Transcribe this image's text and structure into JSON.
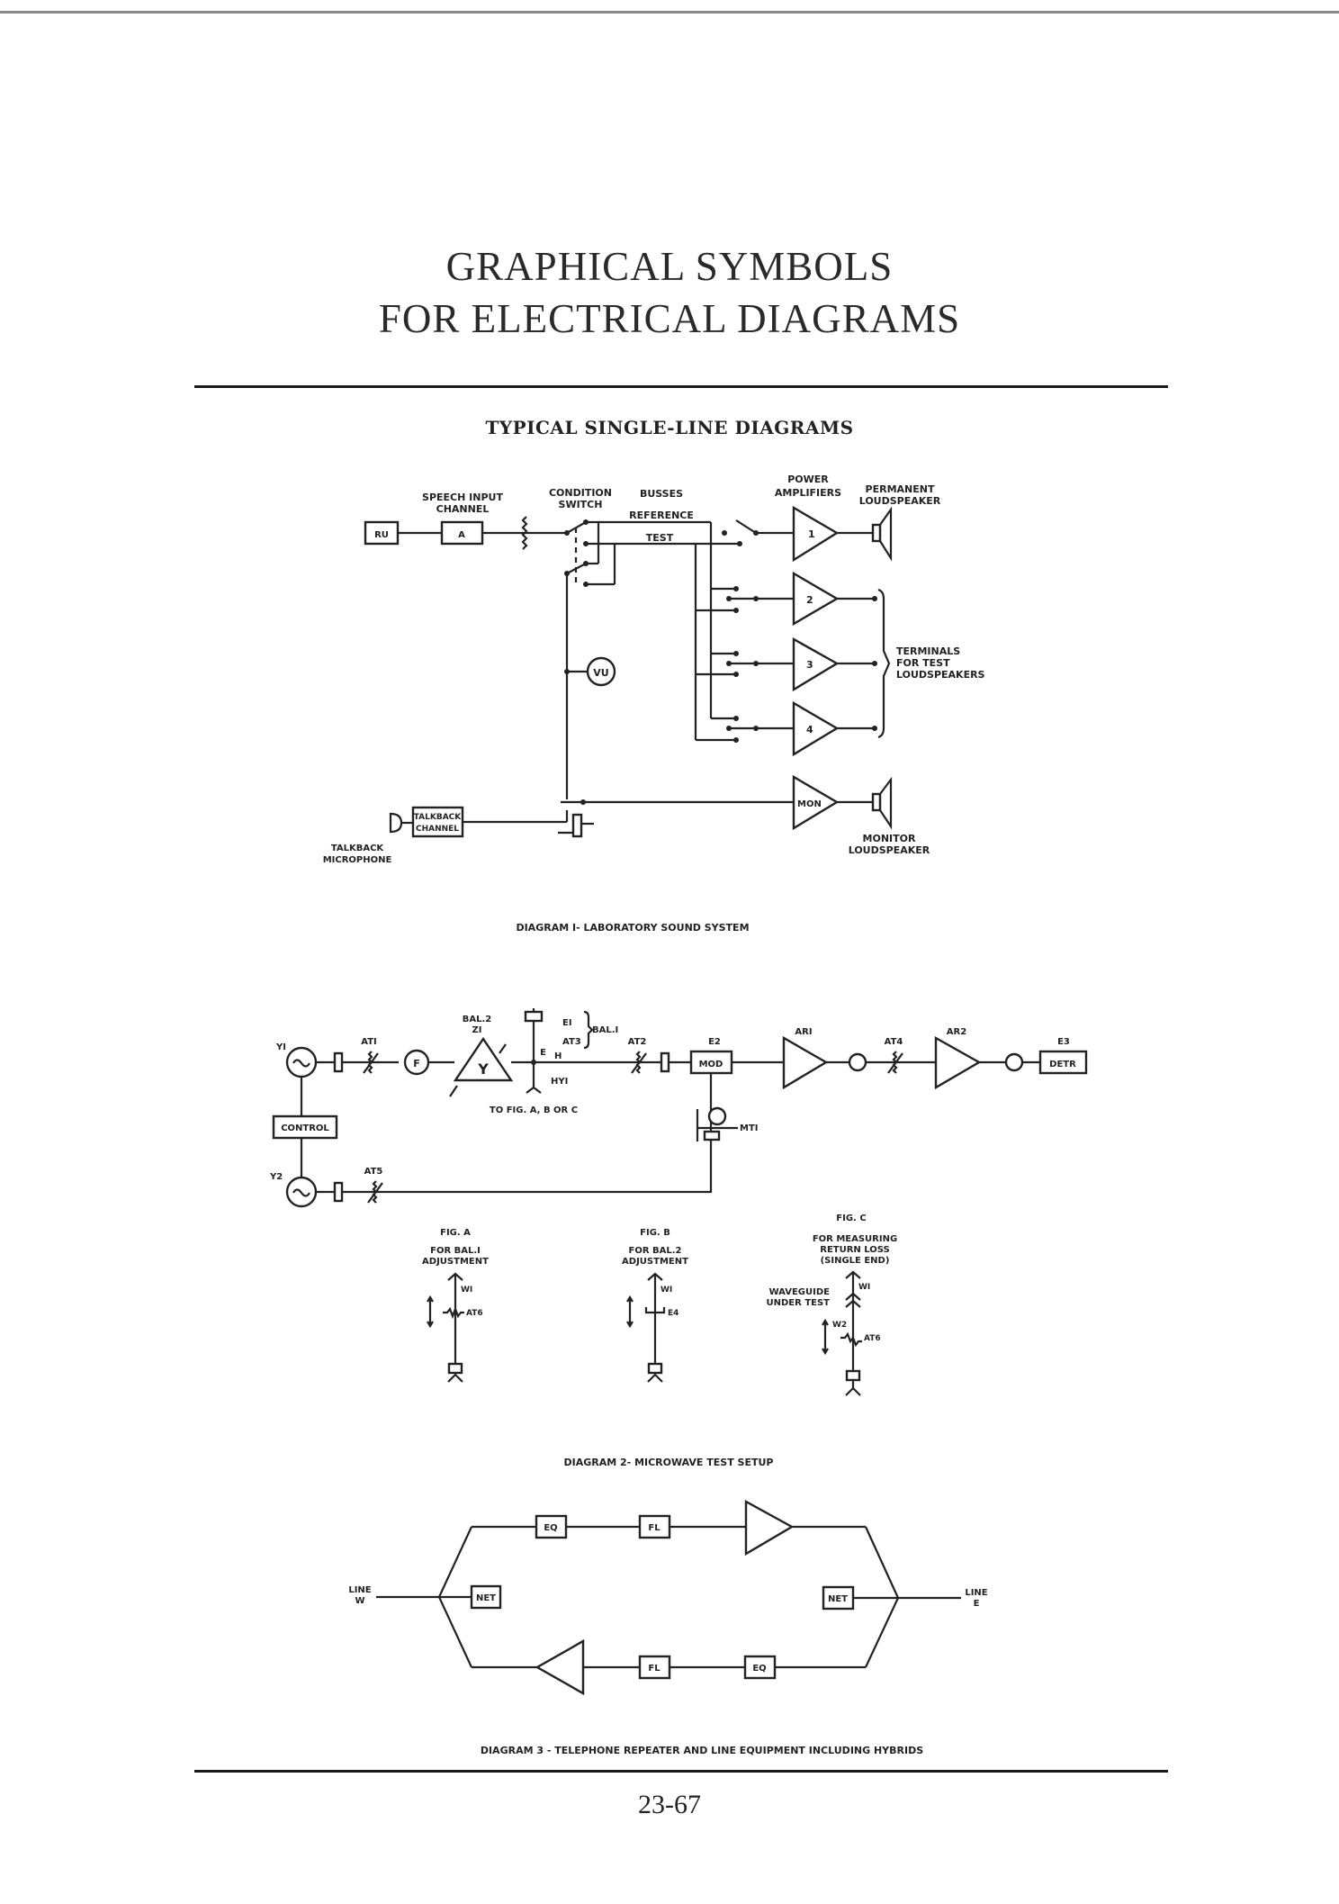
{
  "page": {
    "title_line1": "GRAPHICAL SYMBOLS",
    "title_line2": "FOR ELECTRICAL DIAGRAMS",
    "subtitle": "TYPICAL SINGLE-LINE DIAGRAMS",
    "page_number": "23-67"
  },
  "diagram1": {
    "caption": "DIAGRAM I- LABORATORY SOUND SYSTEM",
    "labels": {
      "speech_input_1": "SPEECH INPUT",
      "speech_input_2": "CHANNEL",
      "condition_1": "CONDITION",
      "condition_2": "SWITCH",
      "busses": "BUSSES",
      "reference": "REFERENCE",
      "test": "TEST",
      "power_1": "POWER",
      "power_2": "AMPLIFIERS",
      "perm_1": "PERMANENT",
      "perm_2": "LOUDSPEAKER",
      "terminals_1": "TERMINALS",
      "terminals_2": "FOR TEST",
      "terminals_3": "LOUDSPEAKERS",
      "talkback_mic_1": "TALKBACK",
      "talkback_mic_2": "MICROPHONE",
      "monitor_1": "MONITOR",
      "monitor_2": "LOUDSPEAKER"
    },
    "boxes": {
      "ru": "RU",
      "a": "A",
      "talkback_1": "TALKBACK",
      "talkback_2": "CHANNEL",
      "vu": "VU"
    },
    "amplifiers": [
      "1",
      "2",
      "3",
      "4",
      "MON"
    ]
  },
  "diagram2": {
    "caption": "DIAGRAM 2- MICROWAVE TEST SETUP",
    "labels": {
      "y1": "YI",
      "y2": "Y2",
      "at1": "ATI",
      "at2": "AT2",
      "at3": "AT3",
      "at4": "AT4",
      "at5": "AT5",
      "bal2_1": "BAL.2",
      "bal2_2": "ZI",
      "e1": "EI",
      "bal1": "BAL.I",
      "e": "E",
      "h": "H",
      "hy1": "HYI",
      "to_fig": "TO FIG. A, B OR C",
      "e2": "E2",
      "ar1": "ARI",
      "ar2": "AR2",
      "e3": "E3",
      "mt1": "MTI"
    },
    "boxes": {
      "control": "CONTROL",
      "mod": "MOD",
      "detr": "DETR",
      "f": "F",
      "y": "Y"
    },
    "figures": [
      {
        "title": "FIG. A",
        "desc_1": "FOR BAL.I",
        "desc_2": "ADJUSTMENT",
        "w1": "WI",
        "element": "AT6"
      },
      {
        "title": "FIG. B",
        "desc_1": "FOR BAL.2",
        "desc_2": "ADJUSTMENT",
        "w1": "WI",
        "element": "E4"
      },
      {
        "title": "FIG. C",
        "desc_1": "FOR MEASURING",
        "desc_2": "RETURN LOSS",
        "desc_3": "(SINGLE END)",
        "w1": "WI",
        "w2": "W2",
        "element": "AT6",
        "side_1": "WAVEGUIDE",
        "side_2": "UNDER TEST"
      }
    ]
  },
  "diagram3": {
    "caption": "DIAGRAM 3 - TELEPHONE REPEATER AND LINE EQUIPMENT INCLUDING HYBRIDS",
    "labels": {
      "line_w_1": "LINE",
      "line_w_2": "W",
      "line_e_1": "LINE",
      "line_e_2": "E"
    },
    "boxes": {
      "eq_top": "EQ",
      "fl_top": "FL",
      "net_left": "NET",
      "net_right": "NET",
      "fl_bottom": "FL",
      "eq_bottom": "EQ"
    }
  }
}
